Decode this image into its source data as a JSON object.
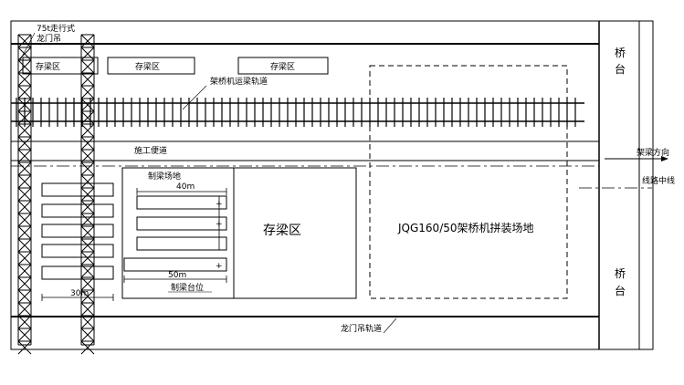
{
  "labels": {
    "gantry_crane": "75t走行式\n龙门吊",
    "storage_zone_1": "存梁区",
    "storage_zone_2": "存梁区",
    "storage_zone_3": "存梁区",
    "storage_zone_main": "存梁区",
    "transport_track": "架桥机运梁轨道",
    "construction_road": "施工便道",
    "beam_casting_site": "制梁场地",
    "dim_40m": "40m",
    "dim_50m": "50m",
    "dim_30m": "30m",
    "casting_pedestal": "制梁台位",
    "assembly_site": "JQG160/50架桥机拼装场地",
    "abutment_top": "桥\n台",
    "abutment_bottom": "桥\n台",
    "erection_direction": "架梁方向",
    "route_centerline": "线路中线",
    "crane_track": "龙门吊轨道"
  },
  "colors": {
    "line": "#000000",
    "background": "#ffffff"
  }
}
